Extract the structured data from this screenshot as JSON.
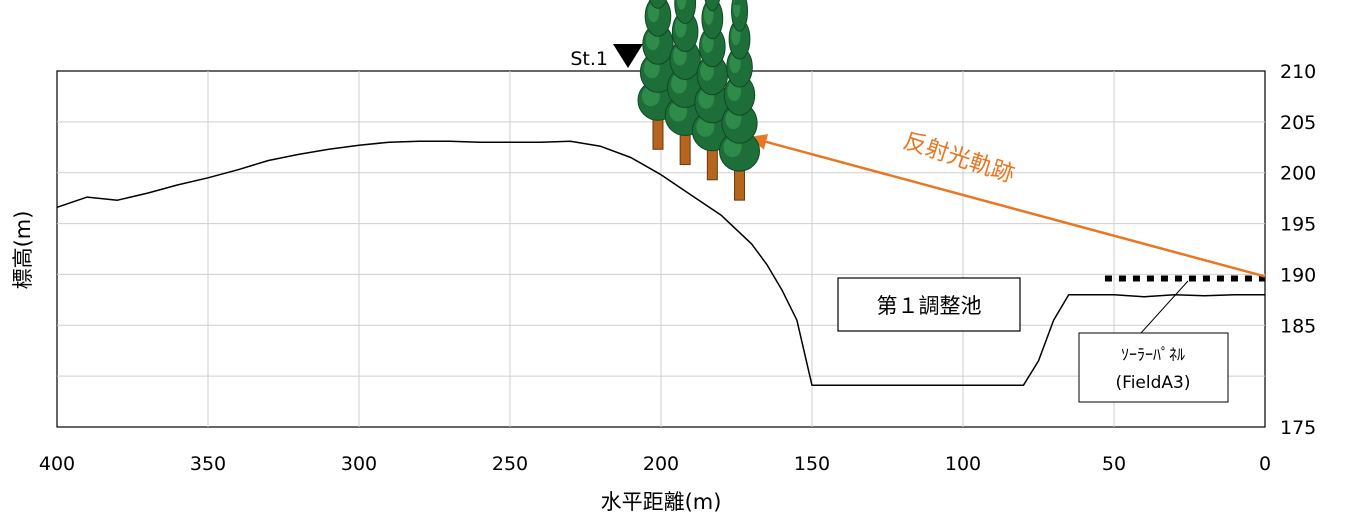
{
  "chart_data": {
    "type": "line",
    "xlabel": "水平距離(m)",
    "ylabel": "標高(m)",
    "xlim": [
      400,
      0
    ],
    "ylim": [
      175,
      210
    ],
    "x_ticks": [
      400,
      350,
      300,
      250,
      200,
      150,
      100,
      50,
      0
    ],
    "y_ticks": [
      175,
      180,
      185,
      190,
      195,
      200,
      205,
      210
    ],
    "y_tick_labels": [
      "175",
      "",
      "185",
      "190",
      "195",
      "200",
      "205",
      "210"
    ],
    "grid": true,
    "series": [
      {
        "x": [
          400,
          390,
          380,
          370,
          360,
          350,
          340,
          330,
          320,
          310,
          300,
          290,
          280,
          270,
          260,
          250,
          240,
          230,
          220,
          210,
          200,
          190,
          180,
          170,
          165,
          160,
          155,
          150,
          80,
          75,
          70,
          65,
          50,
          40,
          30,
          20,
          10,
          0
        ],
        "y": [
          196.6,
          197.6,
          197.3,
          198.0,
          198.8,
          199.5,
          200.3,
          201.2,
          201.8,
          202.3,
          202.7,
          203.0,
          203.1,
          203.1,
          203.0,
          203.0,
          203.0,
          203.1,
          202.6,
          201.5,
          199.8,
          197.8,
          195.8,
          193.0,
          191.0,
          188.5,
          185.5,
          179.1,
          179.1,
          181.5,
          185.5,
          188.0,
          188.0,
          187.8,
          188.0,
          187.9,
          188.0,
          188.0
        ],
        "color": "#000000"
      }
    ],
    "reflection_line": {
      "label": "反射光軌跡",
      "from": [
        0,
        189.8
      ],
      "to": [
        171,
        203.5
      ],
      "color": "#e87722"
    },
    "solar_panels": {
      "from": [
        53,
        189.6
      ],
      "to": [
        0,
        189.6
      ]
    },
    "station": {
      "label": "St.1",
      "x": 212,
      "y": 211.5
    },
    "pond_label": "第１調整池",
    "panel_label": [
      "ｿｰﾗｰﾊﾟﾈﾙ",
      "(FieldA3)"
    ],
    "trees": [
      {
        "x": 201,
        "y": 202.5
      },
      {
        "x": 192,
        "y": 201.0
      },
      {
        "x": 183,
        "y": 199.5
      },
      {
        "x": 174,
        "y": 197.5
      }
    ]
  }
}
